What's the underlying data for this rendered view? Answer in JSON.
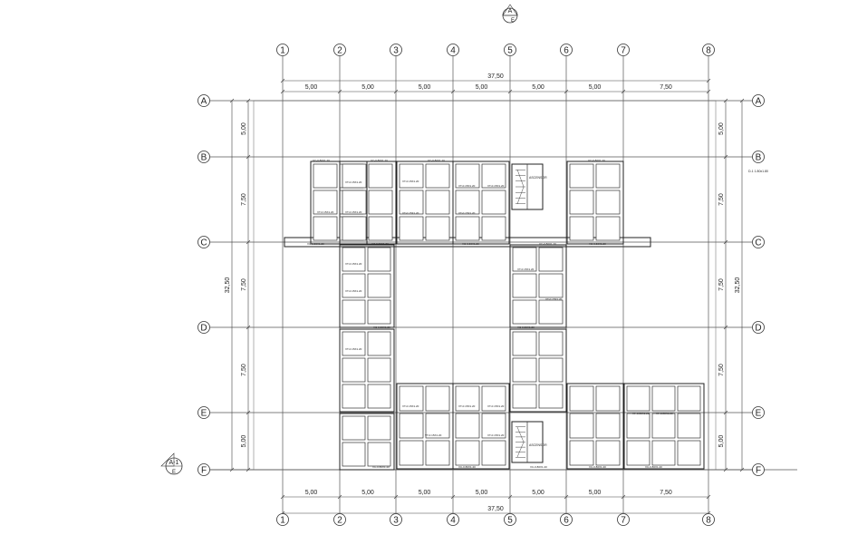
{
  "grid": {
    "columns": [
      "1",
      "2",
      "3",
      "4",
      "5",
      "6",
      "7",
      "8"
    ],
    "rows": [
      "A",
      "B",
      "C",
      "D",
      "E",
      "F"
    ],
    "column_spacing": [
      "5,00",
      "5,00",
      "5,00",
      "5,00",
      "5,00",
      "5,00",
      "7,50"
    ],
    "row_spacing": [
      "5,00",
      "7,50",
      "7,50",
      "7,50",
      "5,00"
    ],
    "total_width": "37,50",
    "total_height": "32,50"
  },
  "section_markers": {
    "top": {
      "letter": "A",
      "number": "1",
      "sheet": "E"
    },
    "left": {
      "letter": "A-1",
      "sheet": "E"
    }
  },
  "labels": {
    "note": "D-1 1.80x1.80",
    "stair_top": "ASCENSOR",
    "stair_bottom": "ASCENSOR",
    "beam_a": "VC-0.80X1.20",
    "beam_b": "VT-0.15X1.20",
    "beam_c": "VF-0.80X1.20"
  }
}
